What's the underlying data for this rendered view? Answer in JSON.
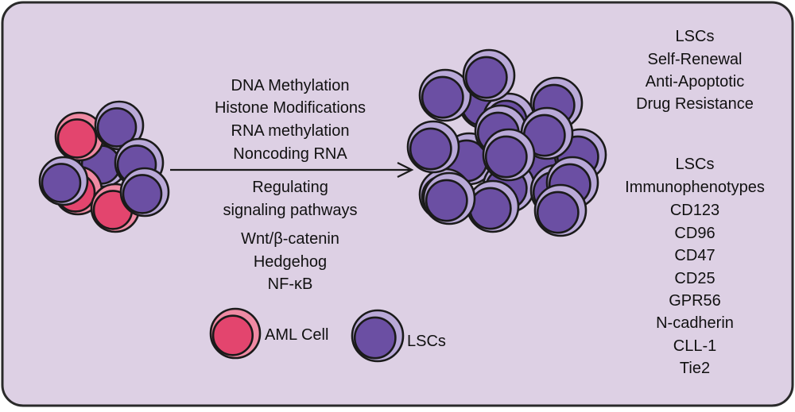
{
  "colors": {
    "background": "#ddd0e4",
    "border": "#2a2a2a",
    "aml_inner": "#e3456e",
    "aml_ring": "#f08aa3",
    "lsc_inner": "#6b4fa3",
    "lsc_ring": "#b9a9d8"
  },
  "process_labels": {
    "epigenetic": [
      "DNA Methylation",
      "Histone Modifications",
      "RNA methylation",
      "Noncoding RNA"
    ],
    "signaling_heading": [
      "Regulating",
      "signaling pathways"
    ],
    "pathways": [
      "Wnt/β-catenin",
      "Hedgehog",
      "NF-κB"
    ]
  },
  "lsc_properties": [
    "LSCs",
    "Self-Renewal",
    "Anti-Apoptotic",
    "Drug Resistance"
  ],
  "lsc_immunophenotypes": [
    "LSCs",
    "Immunophenotypes",
    "CD123",
    "CD96",
    "CD47",
    "CD25",
    "GPR56",
    "N-cadherin",
    "CLL-1",
    "Tie2"
  ],
  "legend": {
    "aml_label": "AML Cell",
    "lsc_label": "LSCs"
  }
}
